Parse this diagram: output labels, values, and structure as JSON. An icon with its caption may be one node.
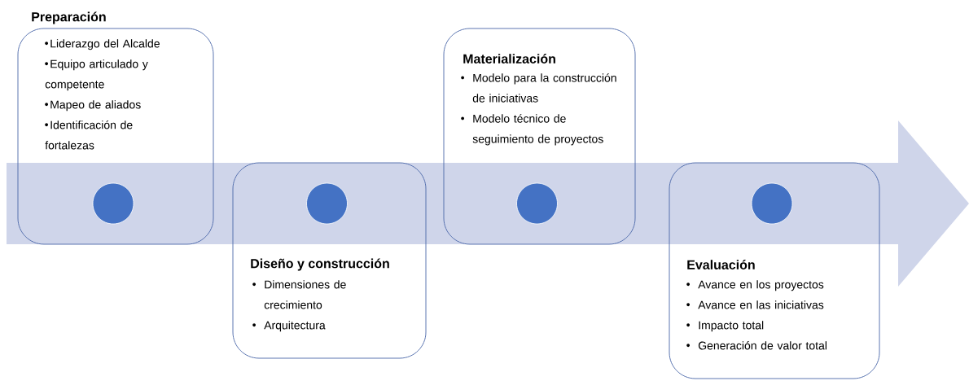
{
  "diagram": {
    "nodes": [
      {
        "text": [
          "Preparación",
          "Liderazgo del Alcalde",
          "Equipo articulado y competente",
          "Mapeo de aliados",
          "Identificación de fortalezas"
        ]
      },
      {
        "text": [],
        "shape": "circle",
        "in": 0
      },
      {
        "text": [
          "Diseño y construcción",
          "Dimensiones de crecimiento",
          "Arquitectura"
        ]
      },
      {
        "text": [],
        "shape": "circle",
        "in": 2
      },
      {
        "text": [
          "Materialización",
          "Modelo para la construcción de iniciativas",
          "Modelo técnico de seguimiento de proyectos"
        ]
      },
      {
        "text": [],
        "shape": "circle",
        "in": 4
      },
      {
        "text": [
          "Evaluación",
          "Avance en los proyectos",
          "Avance en las iniciativas",
          "Impacto total",
          "Generación de valor total"
        ]
      },
      {
        "text": [],
        "shape": "circle",
        "in": 6
      }
    ],
    "edges": []
  }
}
